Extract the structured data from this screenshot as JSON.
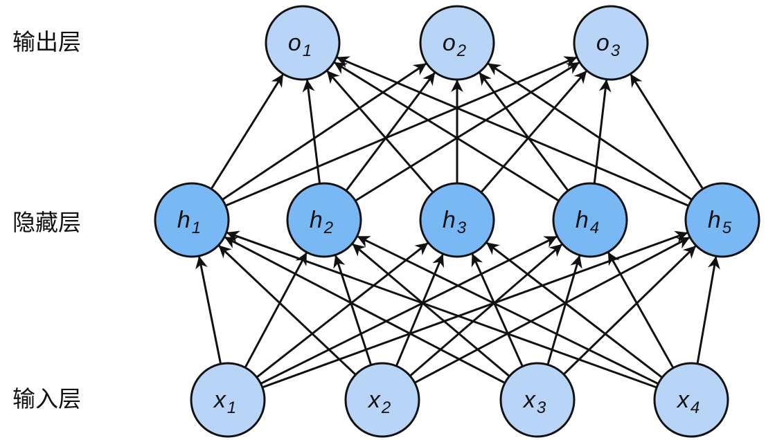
{
  "layer_labels": {
    "output": "输出层",
    "hidden": "隐藏层",
    "input": "输入层"
  },
  "colors": {
    "output_fill": "#b8d4f7",
    "hidden_fill": "#7ab8f5",
    "input_fill": "#b8d4f7",
    "stroke": "#111111",
    "edge": "#111111"
  },
  "layers": {
    "input": [
      {
        "base": "x",
        "sub": "1"
      },
      {
        "base": "x",
        "sub": "2"
      },
      {
        "base": "x",
        "sub": "3"
      },
      {
        "base": "x",
        "sub": "4"
      }
    ],
    "hidden": [
      {
        "base": "h",
        "sub": "1"
      },
      {
        "base": "h",
        "sub": "2"
      },
      {
        "base": "h",
        "sub": "3"
      },
      {
        "base": "h",
        "sub": "4"
      },
      {
        "base": "h",
        "sub": "5"
      }
    ],
    "output": [
      {
        "base": "o",
        "sub": "1"
      },
      {
        "base": "o",
        "sub": "2"
      },
      {
        "base": "o",
        "sub": "3"
      }
    ]
  }
}
